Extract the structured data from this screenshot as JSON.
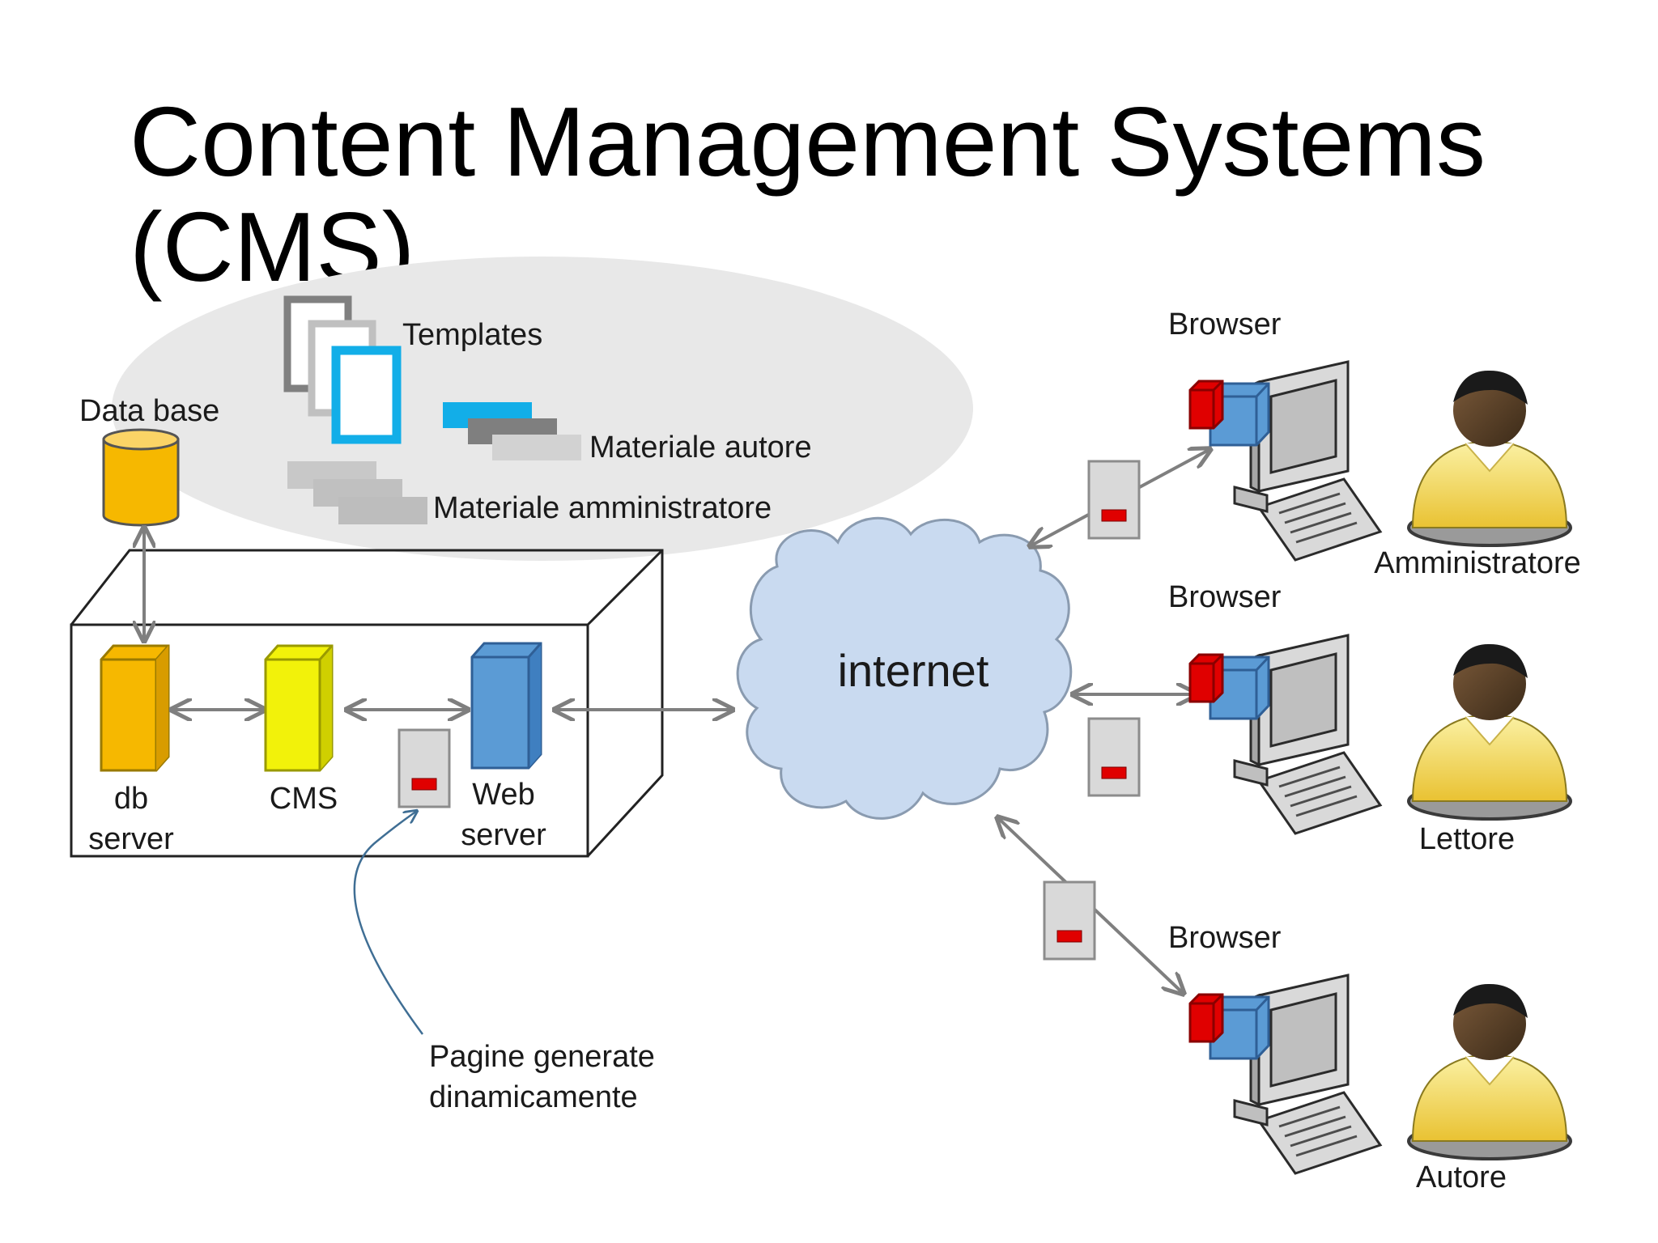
{
  "title": {
    "line1": "Content Management Systems",
    "line2": "(CMS)"
  },
  "labels": {
    "templates": "Templates",
    "database": "Data base",
    "author_material": "Materiale autore",
    "admin_material": "Materiale amministratore",
    "db_server_1": "db",
    "db_server_2": "server",
    "cms": "CMS",
    "web_server_1": "Web",
    "web_server_2": "server",
    "internet": "internet",
    "generated_pages_1": "Pagine generate",
    "generated_pages_2": "dinamicamente"
  },
  "clients": [
    {
      "browser": "Browser",
      "role": "Amministratore"
    },
    {
      "browser": "Browser",
      "role": "Lettore"
    },
    {
      "browser": "Browser",
      "role": "Autore"
    }
  ],
  "colors": {
    "db_orange": "#f6b800",
    "cms_yellow": "#f2f20a",
    "web_blue": "#5b9bd5",
    "cloud_fill": "#c9daf0",
    "template_blue": "#12aee8",
    "red": "#e00000",
    "arrow_gray": "#7f7f7f"
  }
}
